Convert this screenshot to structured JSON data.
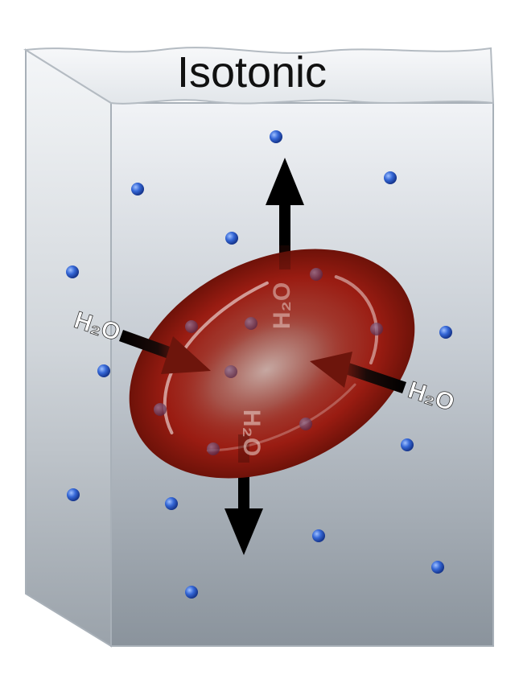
{
  "title": "Isotonic",
  "labels": {
    "h2o_left": "H₂O",
    "h2o_right": "H₂O",
    "h2o_top": "H₂O",
    "h2o_bottom": "H₂O"
  },
  "colors": {
    "solution_top": "#eef0f3",
    "solution_bottom": "#8a939c",
    "cell": "#9e1f14",
    "cell_dark": "#6e1209",
    "solute_particle": "#2f5fd0",
    "arrow": "#000000"
  },
  "icons": {
    "particle": "solute-particle-icon",
    "arrow": "water-flow-arrow-icon"
  }
}
